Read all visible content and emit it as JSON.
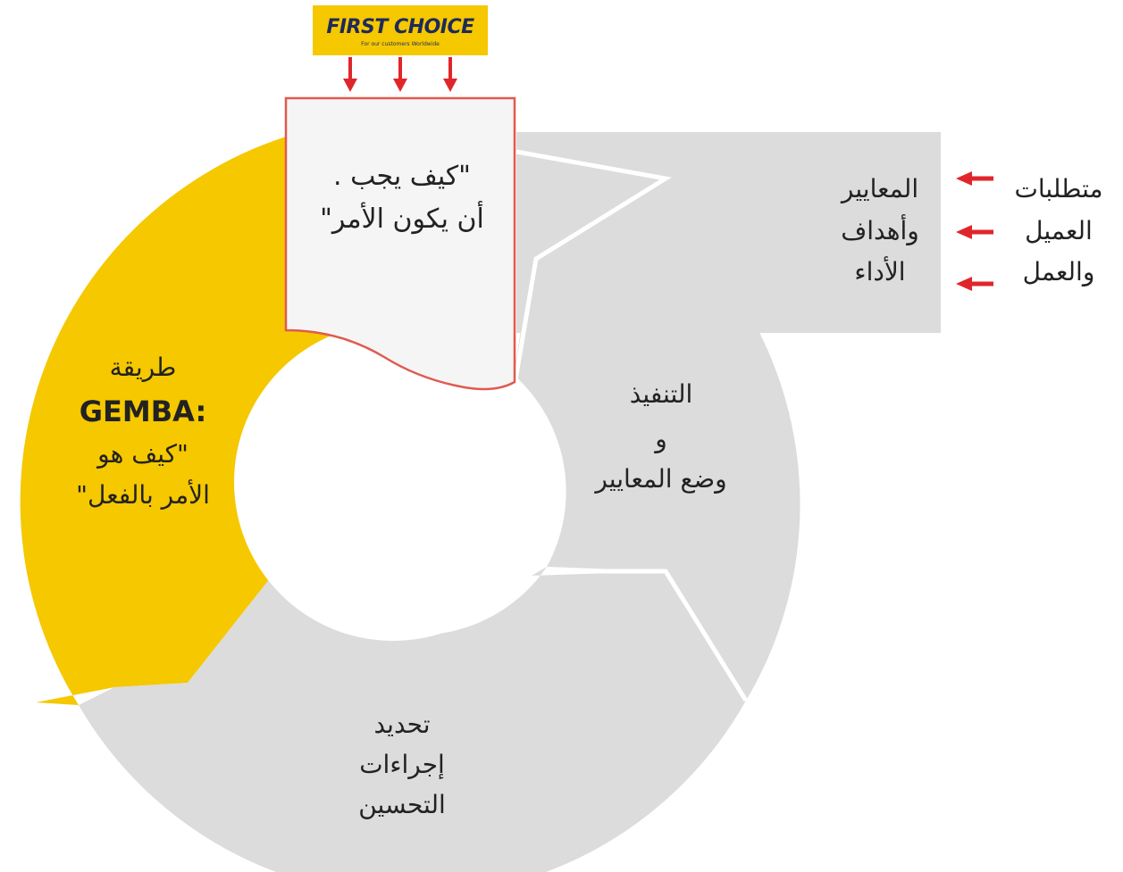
{
  "logo": {
    "title": "FIRST CHOICE",
    "tagline": "For our customers Worldwide"
  },
  "document": {
    "line1": "\"كيف يجب .",
    "line2": "أن يكون الأمر\""
  },
  "gemba": {
    "line1": "طريقة",
    "line2": "GEMBA:",
    "line3": "\"كيف هو",
    "line4": "الأمر بالفعل\""
  },
  "implementation": {
    "line1": "التنفيذ",
    "line2": "و",
    "line3": "وضع المعايير"
  },
  "improvement": {
    "line1": "تحديد",
    "line2": "إجراءات",
    "line3": "التحسين"
  },
  "standards": {
    "line1": "المعايير",
    "line2": "وأهداف",
    "line3": "الأداء"
  },
  "requirements": {
    "line1": "متطلبات",
    "line2": "العميل",
    "line3": "والعمل"
  },
  "colors": {
    "yellow": "#f5c800",
    "grey": "#dcdcdc",
    "arrow_red": "#e0262b",
    "doc_border": "#e05a50",
    "doc_fill": "#f5f5f5"
  }
}
